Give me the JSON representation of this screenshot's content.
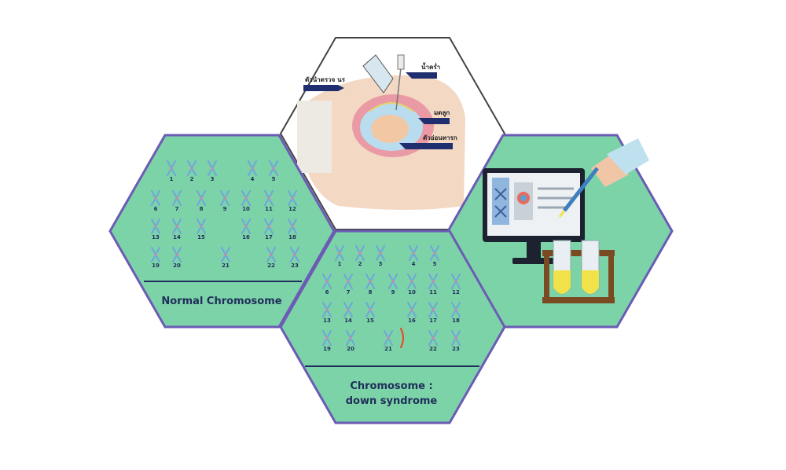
{
  "normal_panel": {
    "caption": "Normal Chromosome",
    "labels": [
      "1",
      "2",
      "3",
      "4",
      "5",
      "6",
      "7",
      "8",
      "9",
      "10",
      "11",
      "12",
      "13",
      "14",
      "15",
      "16",
      "17",
      "18",
      "19",
      "20",
      "21",
      "22",
      "23"
    ]
  },
  "down_panel": {
    "caption_line1": "Chromosome :",
    "caption_line2": "down syndrome",
    "labels": [
      "1",
      "2",
      "3",
      "4",
      "5",
      "6",
      "7",
      "8",
      "9",
      "10",
      "11",
      "12",
      "13",
      "14",
      "15",
      "16",
      "17",
      "18",
      "19",
      "20",
      "21",
      "22",
      "23"
    ]
  },
  "amnio_panel": {
    "label_needle": "น้ำคร่ำ",
    "label_probe": "ตัวนำตรวจ นร",
    "label_uterus": "มดลูก",
    "label_fetus": "ตัวอ่อนทารก"
  },
  "colors": {
    "hex_fill": "#7dd3a8",
    "hex_border": "#6b5bb5",
    "chromosome": "#6fa8d8",
    "caption_text": "#1f2e5a"
  }
}
